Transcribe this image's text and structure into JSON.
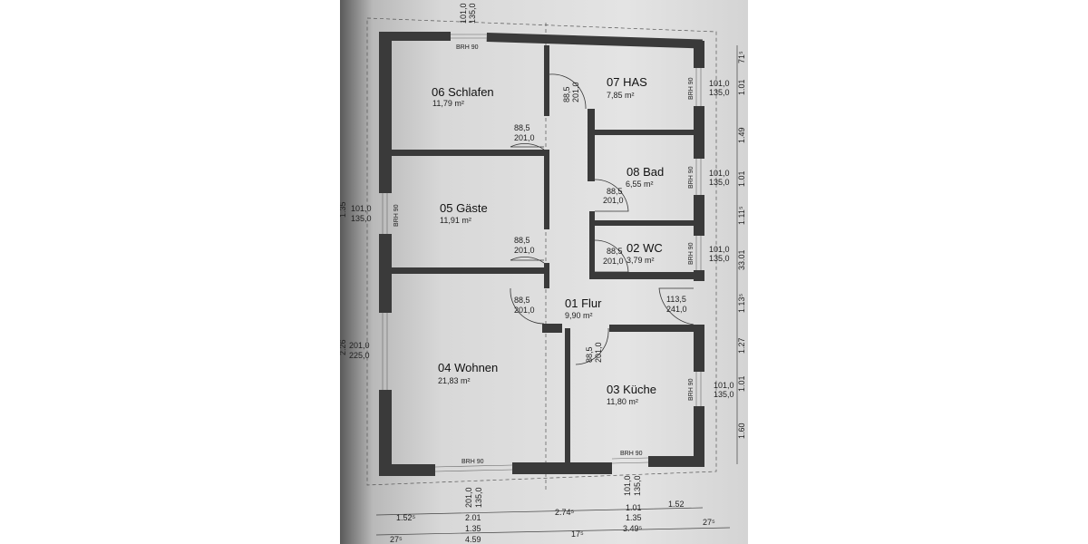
{
  "plan": {
    "rooms": [
      {
        "id": "06",
        "name": "06 Schlafen",
        "area": "11,79 m²"
      },
      {
        "id": "07",
        "name": "07 HAS",
        "area": "7,85 m²"
      },
      {
        "id": "08",
        "name": "08 Bad",
        "area": "6,55 m²"
      },
      {
        "id": "05",
        "name": "05 Gäste",
        "area": "11,91 m²"
      },
      {
        "id": "02",
        "name": "02 WC",
        "area": "3,79 m²"
      },
      {
        "id": "01",
        "name": "01 Flur",
        "area": "9,90 m²"
      },
      {
        "id": "04",
        "name": "04 Wohnen",
        "area": "21,83 m²"
      },
      {
        "id": "03",
        "name": "03 Küche",
        "area": "11,80 m²"
      }
    ],
    "door_labels": {
      "schlafen": [
        "88,5",
        "201,0"
      ],
      "has": [
        "88,5",
        "201,0"
      ],
      "bad": [
        "88,5",
        "201,0"
      ],
      "gaeste": [
        "88,5",
        "201,0"
      ],
      "wc": [
        "88,5",
        "201,0"
      ],
      "wohnen": [
        "88,5",
        "201,0"
      ],
      "kueche": [
        "88,5",
        "201,0"
      ],
      "entrance": [
        "113,5",
        "241,0"
      ]
    },
    "window_labels": {
      "top": [
        "101,0",
        "135,0"
      ],
      "has": [
        "101,0",
        "135,0"
      ],
      "bad": [
        "101,0",
        "135,0"
      ],
      "wc": [
        "101,0",
        "135,0"
      ],
      "gaeste": [
        "101,0",
        "135,0"
      ],
      "wohnen_left": [
        "201,0",
        "225,0"
      ],
      "kueche": [
        "101,0",
        "135,0"
      ],
      "wohnen_bottom": [
        "201,0",
        "135,0"
      ],
      "kueche_bottom": [
        "101,0",
        "135,0"
      ]
    },
    "brh": "BRH 90",
    "right_dims": [
      "71⁵",
      "1.01",
      "1.49",
      "1.01",
      "1.11⁵",
      "33.01",
      "1.13⁵",
      "1.27",
      "1.01",
      "1.60"
    ],
    "left_dims": [
      "1.35",
      "2.26"
    ],
    "bottom_dims_row1": [
      "1.52⁵",
      "2.01",
      "2.74⁵",
      "1.01",
      "1.52"
    ],
    "bottom_dims_row2": [
      "1.35",
      "1.35",
      "3.49⁵",
      "27⁵"
    ],
    "bottom_dims_row3": [
      "27⁵",
      "4.59",
      "17⁵"
    ]
  }
}
